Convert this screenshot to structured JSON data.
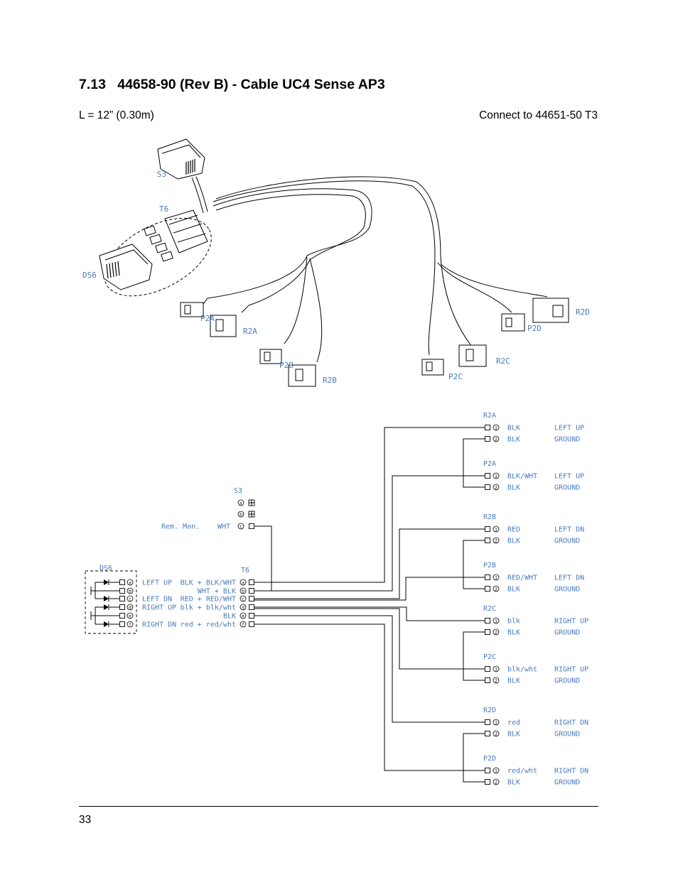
{
  "heading": {
    "number": "7.13",
    "text": "44658-90 (Rev B) - Cable UC4 Sense AP3"
  },
  "length": "L = 12” (0.30m)",
  "connect": "Connect to 44651-50 T3",
  "page_number": "33",
  "harness": {
    "labels": {
      "s3": "S3",
      "t6": "T6",
      "ds6": "DS6",
      "p2a": "P2A",
      "r2a": "R2A",
      "p2b": "P2B",
      "r2b": "R2B",
      "r2c": "R2C",
      "p2c": "P2C",
      "p2d": "P2D",
      "r2d": "R2D"
    }
  },
  "schematic": {
    "s3": {
      "label": "S3",
      "pins": [
        {
          "pin": "A",
          "signal": "",
          "wire": ""
        },
        {
          "pin": "B",
          "signal": "",
          "wire": ""
        },
        {
          "pin": "C",
          "signal": "Rem. Mon.",
          "wire": "WHT"
        }
      ]
    },
    "ds6": {
      "label": "DS6",
      "pins": [
        {
          "pin": "A",
          "function": "LEFT UP"
        },
        {
          "pin": "B",
          "function": ""
        },
        {
          "pin": "C",
          "function": "LEFT DN"
        },
        {
          "pin": "D",
          "function": "RIGHT UP"
        },
        {
          "pin": "E",
          "function": ""
        },
        {
          "pin": "F",
          "function": "RIGHT DN"
        }
      ]
    },
    "t6": {
      "label": "T6",
      "pins": [
        {
          "pin": "A",
          "wire": "BLK + BLK/WHT"
        },
        {
          "pin": "B",
          "wire": "WHT + BLK"
        },
        {
          "pin": "C",
          "wire": "RED + RED/WHT"
        },
        {
          "pin": "D",
          "wire": "blk + blk/wht"
        },
        {
          "pin": "E",
          "wire": "BLK"
        },
        {
          "pin": "F",
          "wire": "red + red/wht"
        }
      ]
    },
    "connectors": [
      {
        "name": "R2A",
        "pins": [
          {
            "pin": "1",
            "wire": "BLK",
            "func": "LEFT UP"
          },
          {
            "pin": "2",
            "wire": "BLK",
            "func": "GROUND"
          }
        ]
      },
      {
        "name": "P2A",
        "pins": [
          {
            "pin": "1",
            "wire": "BLK/WHT",
            "func": "LEFT UP"
          },
          {
            "pin": "2",
            "wire": "BLK",
            "func": "GROUND"
          }
        ]
      },
      {
        "name": "R2B",
        "pins": [
          {
            "pin": "1",
            "wire": "RED",
            "func": "LEFT DN"
          },
          {
            "pin": "2",
            "wire": "BLK",
            "func": "GROUND"
          }
        ]
      },
      {
        "name": "P2B",
        "pins": [
          {
            "pin": "1",
            "wire": "RED/WHT",
            "func": "LEFT DN"
          },
          {
            "pin": "2",
            "wire": "BLK",
            "func": "GROUND"
          }
        ]
      },
      {
        "name": "R2C",
        "pins": [
          {
            "pin": "1",
            "wire": "blk",
            "func": "RIGHT UP"
          },
          {
            "pin": "2",
            "wire": "BLK",
            "func": "GROUND"
          }
        ]
      },
      {
        "name": "P2C",
        "pins": [
          {
            "pin": "1",
            "wire": "blk/wht",
            "func": "RIGHT UP"
          },
          {
            "pin": "2",
            "wire": "BLK",
            "func": "GROUND"
          }
        ]
      },
      {
        "name": "R2D",
        "pins": [
          {
            "pin": "1",
            "wire": "red",
            "func": "RIGHT DN"
          },
          {
            "pin": "2",
            "wire": "BLK",
            "func": "GROUND"
          }
        ]
      },
      {
        "name": "P2D",
        "pins": [
          {
            "pin": "1",
            "wire": "red/wht",
            "func": "RIGHT DN"
          },
          {
            "pin": "2",
            "wire": "BLK",
            "func": "GROUND"
          }
        ]
      }
    ]
  },
  "colors": {
    "line": "#000000",
    "label_blue": "#4a7bbd"
  }
}
